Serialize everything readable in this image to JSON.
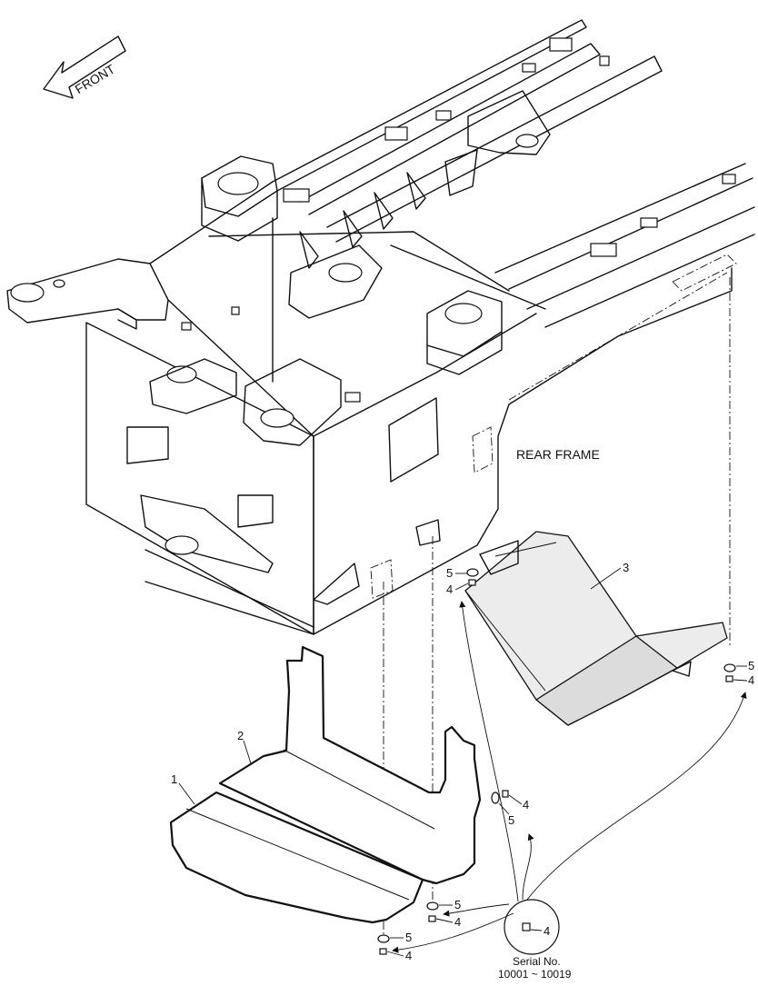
{
  "diagram": {
    "direction_label": "FRONT",
    "frame_label": "REAR FRAME",
    "serial_note": {
      "line1": "Serial No.",
      "line2": "10001 ~ 10019"
    },
    "callouts": {
      "part_1": "1",
      "part_2": "2",
      "part_3": "3",
      "part_4": "4",
      "part_5": "5"
    },
    "colors": {
      "line": "#111111",
      "panel_fill": "#ececec",
      "background": "#ffffff"
    }
  }
}
